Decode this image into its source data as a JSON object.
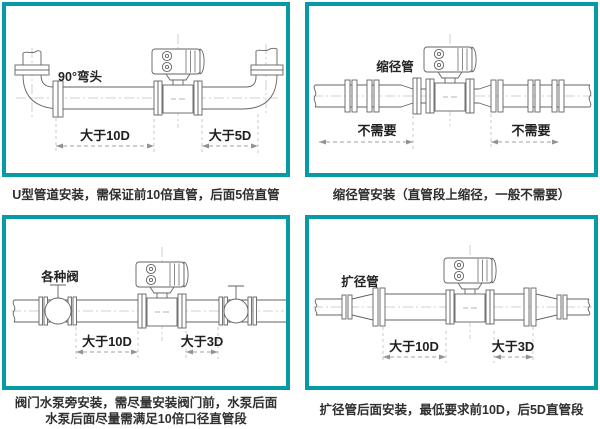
{
  "page": {
    "background": "#ffffff",
    "accent_color": "#069aa6",
    "text_color": "#2f2f2f"
  },
  "panels": [
    {
      "id": "u-pipe",
      "annotation": "90°弯头",
      "dim_left": "大于10D",
      "dim_right": "大于5D",
      "caption": "U型管道安装，需保证前10倍直管，后面5倍直管"
    },
    {
      "id": "reducer",
      "annotation": "缩径管",
      "dim_left": "不需要",
      "dim_right": "不需要",
      "caption": "缩径管安装（直管段上缩径，一般不需要）"
    },
    {
      "id": "valve-pump",
      "annotation": "各种阀",
      "dim_left": "大于10D",
      "dim_right": "大于3D",
      "caption": "阀门水泵旁安装，需尽量安装阀门前，水泵后面",
      "caption_line2": "水泵后面尽量需满足10倍口径直管段"
    },
    {
      "id": "expander",
      "annotation": "扩径管",
      "dim_left": "大于10D",
      "dim_right": "大于3D",
      "caption": "扩径管后面安装，最低要求前10D，后5D直管段"
    }
  ]
}
